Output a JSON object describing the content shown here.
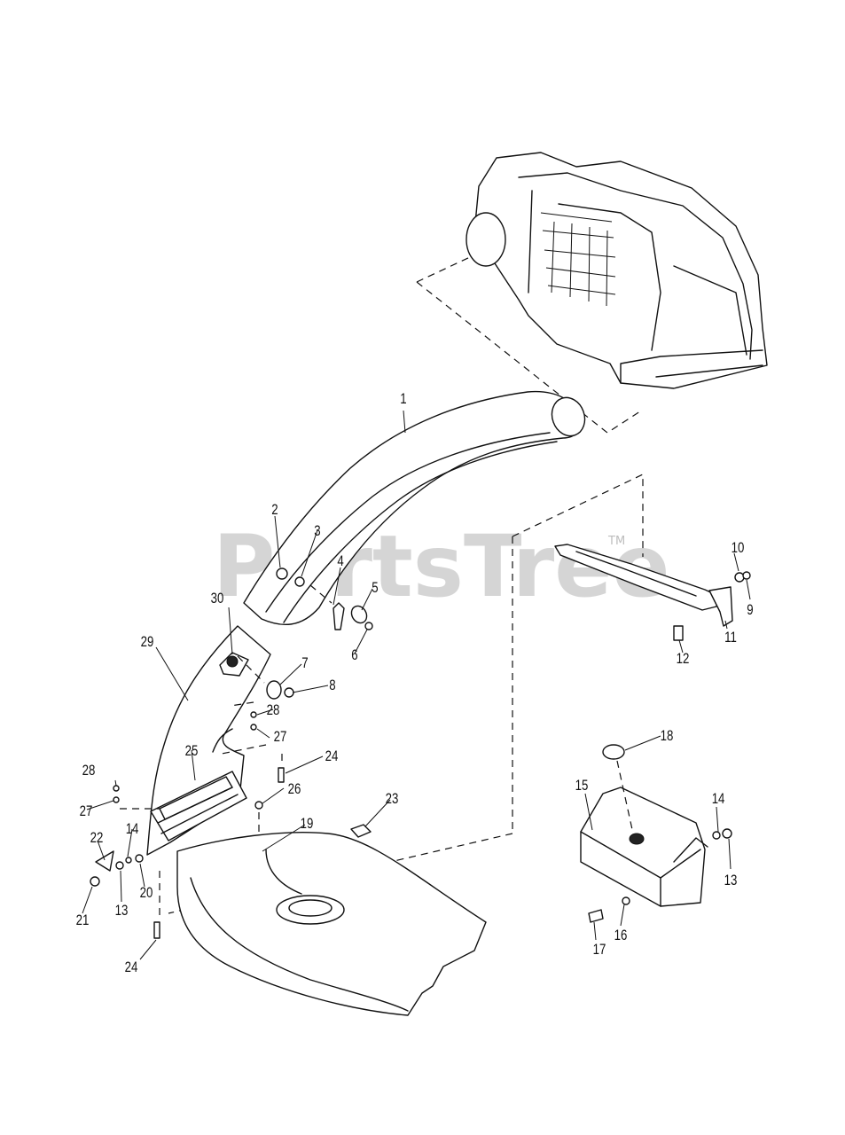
{
  "watermark": {
    "text": "PartsTree",
    "trademark": "TM"
  },
  "callouts": [
    "1",
    "2",
    "3",
    "4",
    "5",
    "6",
    "7",
    "8",
    "9",
    "10",
    "11",
    "12",
    "13",
    "13",
    "14",
    "14",
    "15",
    "16",
    "17",
    "18",
    "19",
    "20",
    "21",
    "22",
    "23",
    "24",
    "24",
    "25",
    "26",
    "27",
    "27",
    "28",
    "28",
    "29",
    "30"
  ]
}
